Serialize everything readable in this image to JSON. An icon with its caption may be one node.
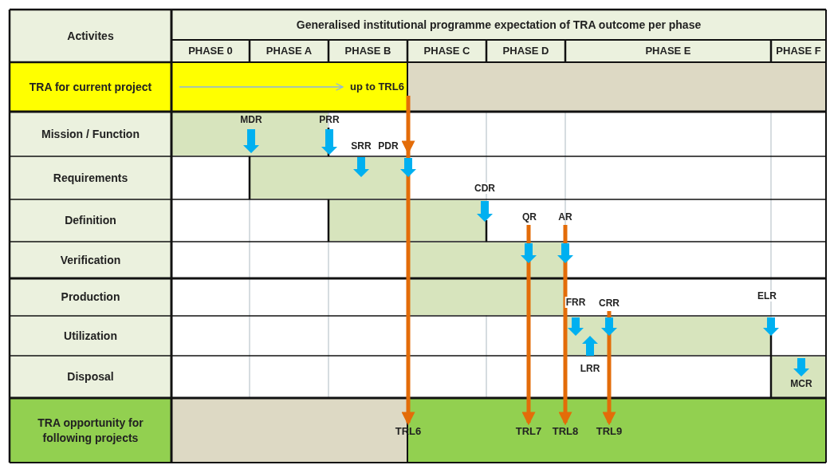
{
  "diagram": {
    "nodes": [
      {
        "text": [
          "up to TRL6"
        ]
      },
      {
        "text": [
          "QR"
        ]
      },
      {
        "text": [
          "AR"
        ]
      },
      {
        "text": [
          "CRR"
        ]
      },
      {
        "text": [
          "TRL6"
        ]
      },
      {
        "text": [
          "TRL7"
        ]
      },
      {
        "text": [
          "TRL8"
        ]
      },
      {
        "text": [
          "TRL9"
        ]
      }
    ],
    "edges": [
      {
        "from": null,
        "to": 0,
        "arrow": "to",
        "color": "#8db3e2"
      },
      {
        "from": 0,
        "to": 4,
        "arrow": "to"
      },
      {
        "from": 1,
        "to": 5,
        "arrow": "to"
      },
      {
        "from": 2,
        "to": 6,
        "arrow": "to"
      },
      {
        "from": 3,
        "to": 7,
        "arrow": "to"
      }
    ],
    "labels": [
      "Activites",
      "Generalised institutional programme expectation of TRA outcome per phase",
      "PHASE 0",
      "PHASE A",
      "PHASE B",
      "PHASE C",
      "PHASE D",
      "PHASE E",
      "PHASE F",
      "TRA for current project",
      "MDR",
      "PRR",
      "Mission / Function",
      "SRR",
      "PDR",
      "Requirements",
      "CDR",
      "Definition",
      "Verification",
      "Production",
      "FRR",
      "ELR",
      "Utilization",
      "LRR",
      "Disposal",
      "MCR",
      "TRA opportunity for following projects"
    ]
  }
}
